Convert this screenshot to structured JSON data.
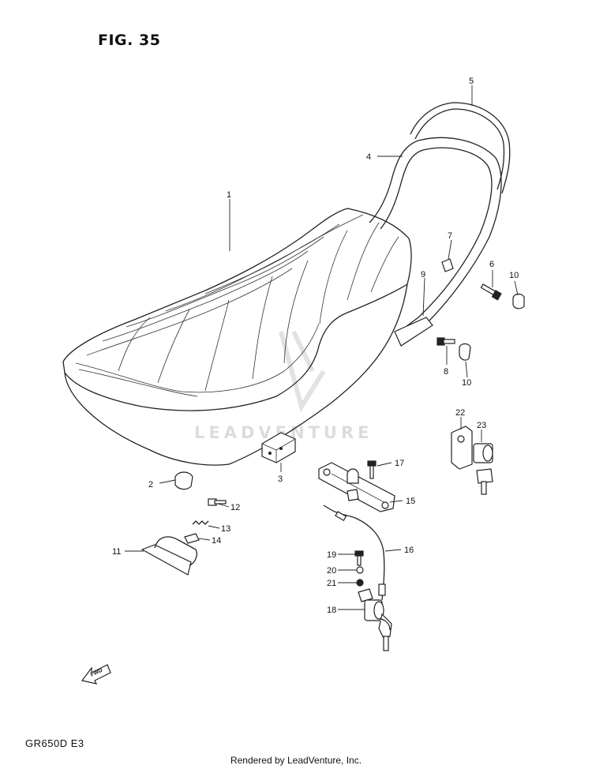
{
  "figure_title": "FIG. 35",
  "model_code": "GR650D E3",
  "footer": "Rendered by LeadVenture, Inc.",
  "watermark": "LEADVENTURE",
  "fwd_label": "FWD",
  "callouts": [
    {
      "id": "c1",
      "label": "1"
    },
    {
      "id": "c2",
      "label": "2"
    },
    {
      "id": "c3",
      "label": "3"
    },
    {
      "id": "c4",
      "label": "4"
    },
    {
      "id": "c5",
      "label": "5"
    },
    {
      "id": "c6",
      "label": "6"
    },
    {
      "id": "c7",
      "label": "7"
    },
    {
      "id": "c8",
      "label": "8"
    },
    {
      "id": "c9",
      "label": "9"
    },
    {
      "id": "c10a",
      "label": "10"
    },
    {
      "id": "c10b",
      "label": "10"
    },
    {
      "id": "c11",
      "label": "11"
    },
    {
      "id": "c12",
      "label": "12"
    },
    {
      "id": "c13",
      "label": "13"
    },
    {
      "id": "c14",
      "label": "14"
    },
    {
      "id": "c15",
      "label": "15"
    },
    {
      "id": "c16",
      "label": "16"
    },
    {
      "id": "c17",
      "label": "17"
    },
    {
      "id": "c18",
      "label": "18"
    },
    {
      "id": "c19",
      "label": "19"
    },
    {
      "id": "c20",
      "label": "20"
    },
    {
      "id": "c21",
      "label": "21"
    },
    {
      "id": "c22",
      "label": "22"
    },
    {
      "id": "c23",
      "label": "23"
    }
  ]
}
